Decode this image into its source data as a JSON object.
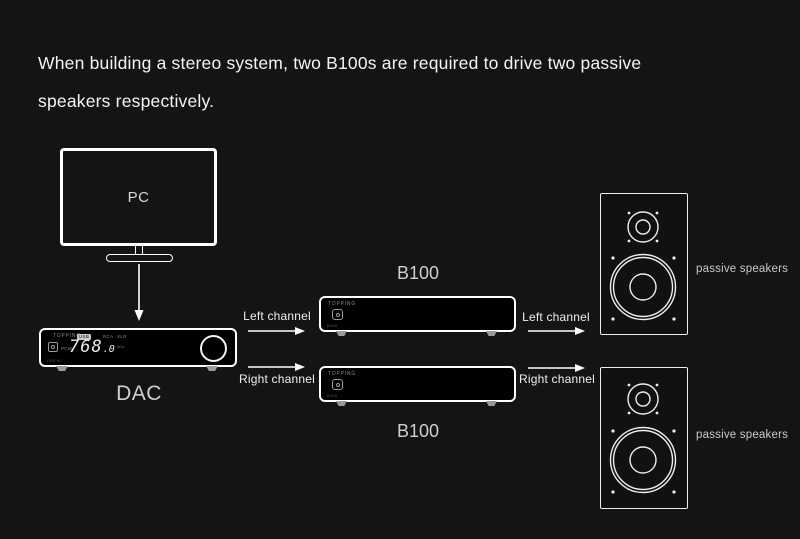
{
  "colors": {
    "background": "#141414",
    "line": "#ffffff",
    "label": "#cccccc"
  },
  "title": {
    "line1": "When building a stereo system, two B100s are required to drive two passive",
    "line2": "speakers respectively."
  },
  "pc": {
    "label": "PC"
  },
  "dac": {
    "label": "DAC",
    "brand": "TOPPING",
    "model": "D90 III",
    "display": {
      "input_badge": "USB",
      "format": "PCM",
      "sample_rate": "768",
      "sample_rate_decimal": ".0",
      "unit": "kHz",
      "outputs": [
        "RCA",
        "XLR"
      ]
    }
  },
  "amps": {
    "top_label": "B100",
    "bottom_label": "B100",
    "amp1": {
      "brand": "TOPPING",
      "model": "B100"
    },
    "amp2": {
      "brand": "TOPPING",
      "model": "B100"
    }
  },
  "connections": {
    "dac_to_amp": [
      {
        "label": "Left channel"
      },
      {
        "label": "Right channel"
      }
    ],
    "amp_to_speaker": [
      {
        "label": "Left channel"
      },
      {
        "label": "Right channel"
      }
    ]
  },
  "speakers": [
    {
      "label": "passive speakers"
    },
    {
      "label": "passive speakers"
    }
  ]
}
